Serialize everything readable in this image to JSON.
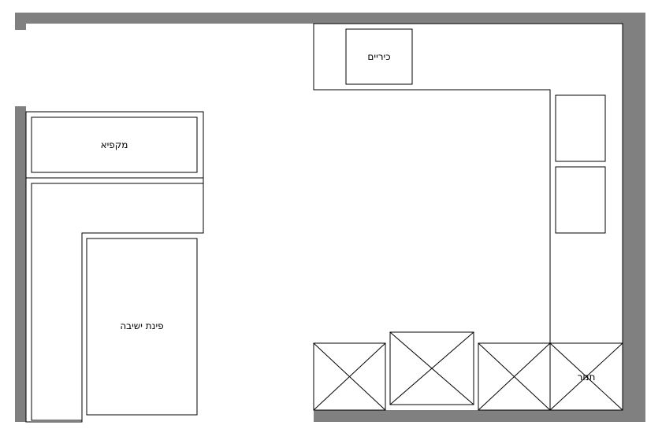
{
  "labels": {
    "sinks": "כיריים",
    "freezer": "מקפיא",
    "seating": "פינת ישיבה",
    "stove": "תנור"
  },
  "colors": {
    "wall": "#808080",
    "line": "#000000",
    "background": "#ffffff"
  }
}
